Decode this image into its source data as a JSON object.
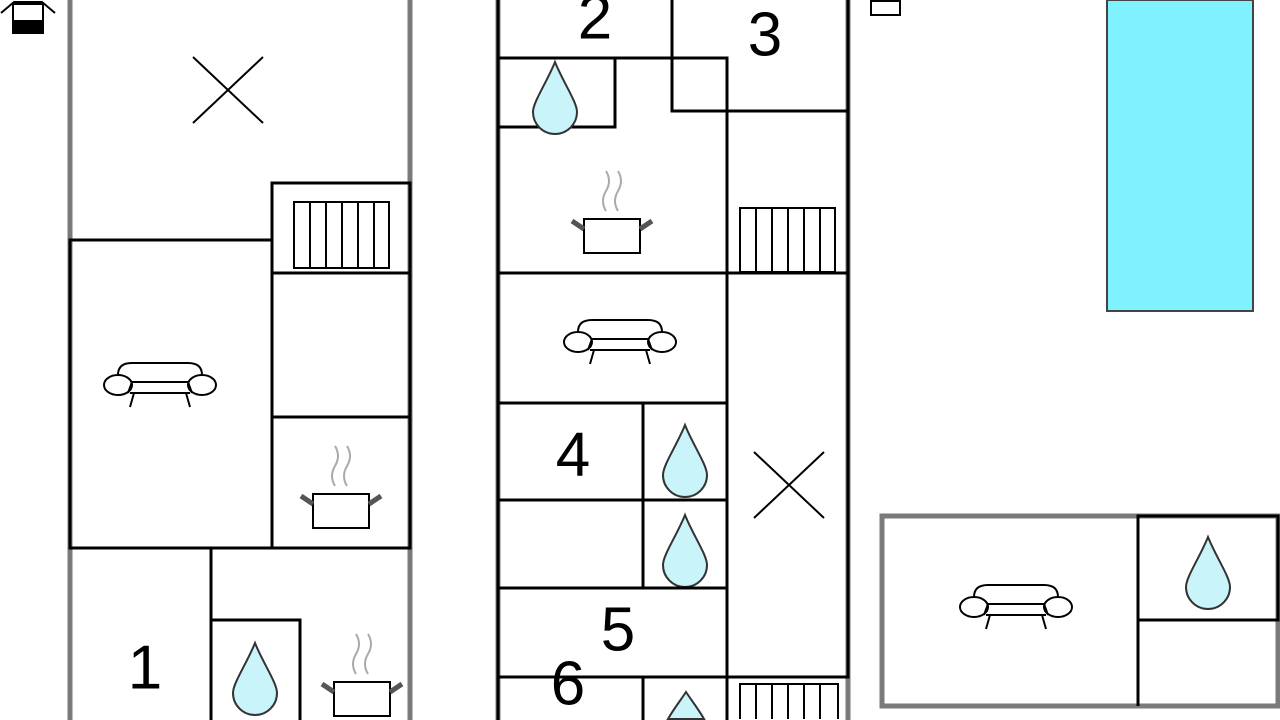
{
  "floorplan": {
    "rooms": [
      {
        "label": "1"
      },
      {
        "label": "2"
      },
      {
        "label": "3"
      },
      {
        "label": "4"
      },
      {
        "label": "5"
      },
      {
        "label": "6"
      }
    ]
  },
  "colors": {
    "water": "#c8f4fa",
    "pool": "#80f2ff",
    "wall": "#7a7a7a"
  },
  "icons": [
    "bedroom-x-icon",
    "stairs-icon",
    "sofa-icon",
    "cooking-pot-icon",
    "water-drop-icon",
    "house-icon",
    "pool"
  ]
}
